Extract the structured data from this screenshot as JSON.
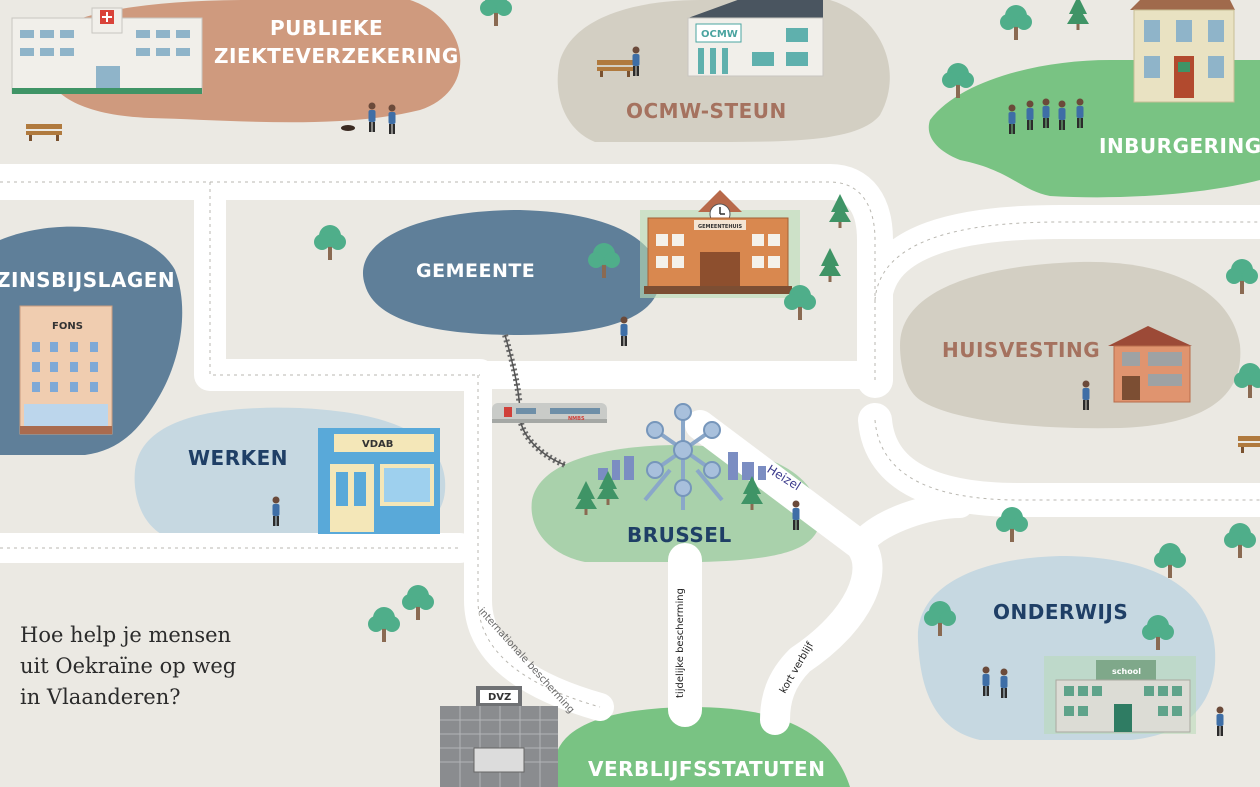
{
  "districts": {
    "ziekteverzekering_line1": "PUBLIEKE",
    "ziekteverzekering_line2": "ZIEKTEVERZEKERING",
    "ocmw": "OCMW-STEUN",
    "inburgering": "INBURGERING",
    "zinsbijslagen": "ZINSBIJSLAGEN",
    "gemeente": "GEMEENTE",
    "huisvesting": "HUISVESTING",
    "werken": "WERKEN",
    "brussel": "BRUSSEL",
    "onderwijs": "ONDERWIJS",
    "verblijfsstatuten": "VERBLIJFSSTATUTEN"
  },
  "buildings": {
    "ocmw_sign": "OCMW",
    "fons_sign": "FONS",
    "vdab_sign": "VDAB",
    "gemeentehuis_sign": "GEMEENTEHUIS",
    "school_sign": "school",
    "dvz_sign": "DVZ",
    "train_sign": "NMBS"
  },
  "road_labels": {
    "heizel": "Heizel",
    "internationale": "internationale bescherming",
    "tijdelijke": "tijdelijke bescherming",
    "kort": "kort verblijf"
  },
  "intro": {
    "line1": "Hoe help je mensen",
    "line2": "uit Oekraïne op weg",
    "line3": "in Vlaanderen?"
  },
  "colors": {
    "background": "#ebe9e3",
    "road": "#ffffff",
    "salmon": "#cf9a7e",
    "taupe": "#d3cfc3",
    "green": "#79c383",
    "slate": "#5f7f99",
    "lightblue": "#c6d8e1",
    "lightgreen": "#a9d1ab"
  }
}
